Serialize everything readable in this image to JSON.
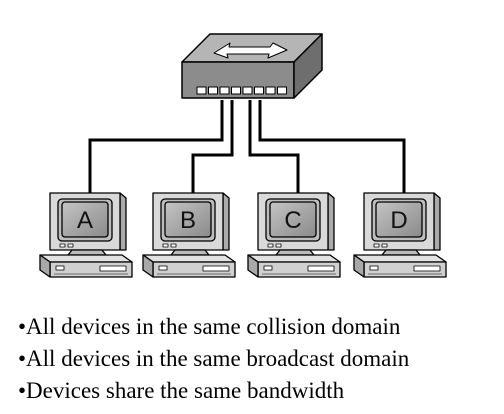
{
  "hub": {
    "icon": "hub-icon",
    "port_count": 8
  },
  "computers": [
    {
      "label": "A"
    },
    {
      "label": "B"
    },
    {
      "label": "C"
    },
    {
      "label": "D"
    }
  ],
  "bullets": [
    "•All devices in the same collision domain",
    "•All devices in the same broadcast domain",
    "•Devices share the same bandwidth"
  ],
  "colors": {
    "hub_top": "#b5b5b5",
    "hub_front": "#8c8c8c",
    "hub_side": "#6e6e6e",
    "monitor": "#d9d9d9",
    "screen": "#9a9a9a",
    "cable": "#000000"
  }
}
